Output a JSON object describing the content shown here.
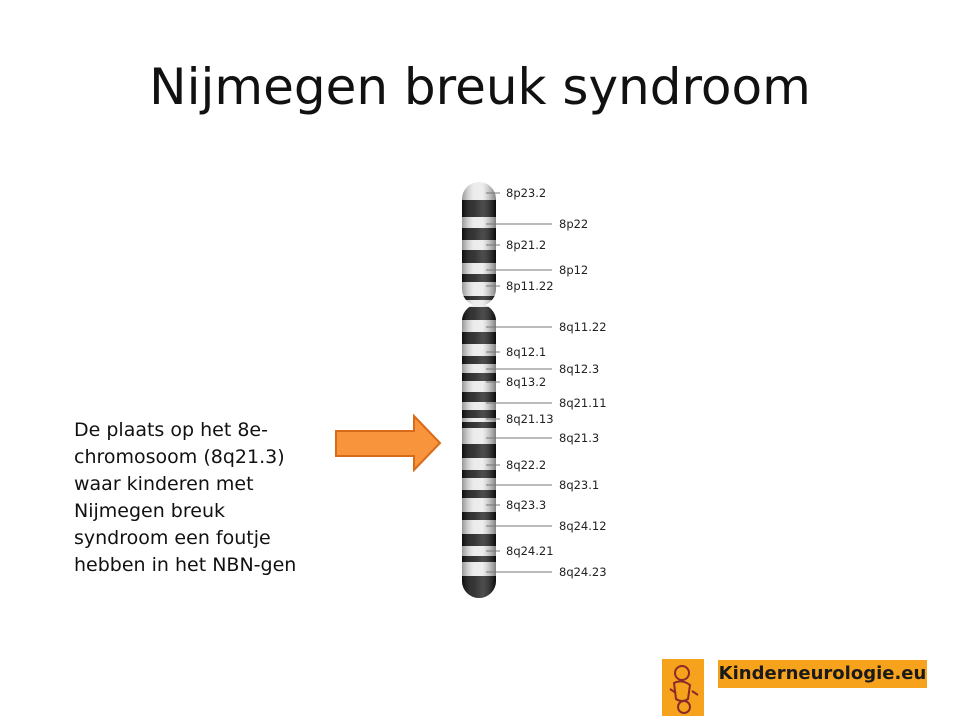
{
  "title": "Nijmegen breuk syndroom",
  "description": "De plaats op het 8e-chromosoom (8q21.3) waar kinderen met Nijmegen breuk syndroom een foutje hebben in het NBN-gen",
  "logo_text": "Kinderneurologie.eu",
  "colors": {
    "arrow_fill": "#f7943c",
    "arrow_stroke": "#d86b1a",
    "logo_bg": "#f7a21c"
  },
  "bands": [
    {
      "label": "8p23.2",
      "side": "near"
    },
    {
      "label": "8p22",
      "side": "far"
    },
    {
      "label": "8p21.2",
      "side": "near"
    },
    {
      "label": "8p12",
      "side": "far"
    },
    {
      "label": "8p11.22",
      "side": "near"
    },
    {
      "label": "8q11.22",
      "side": "far"
    },
    {
      "label": "8q12.1",
      "side": "near"
    },
    {
      "label": "8q12.3",
      "side": "far"
    },
    {
      "label": "8q13.2",
      "side": "near"
    },
    {
      "label": "8q21.11",
      "side": "far"
    },
    {
      "label": "8q21.13",
      "side": "near"
    },
    {
      "label": "8q21.3",
      "side": "far"
    },
    {
      "label": "8q22.2",
      "side": "near"
    },
    {
      "label": "8q23.1",
      "side": "far"
    },
    {
      "label": "8q23.3",
      "side": "near"
    },
    {
      "label": "8q24.12",
      "side": "far"
    },
    {
      "label": "8q24.21",
      "side": "near"
    },
    {
      "label": "8q24.23",
      "side": "far"
    }
  ]
}
